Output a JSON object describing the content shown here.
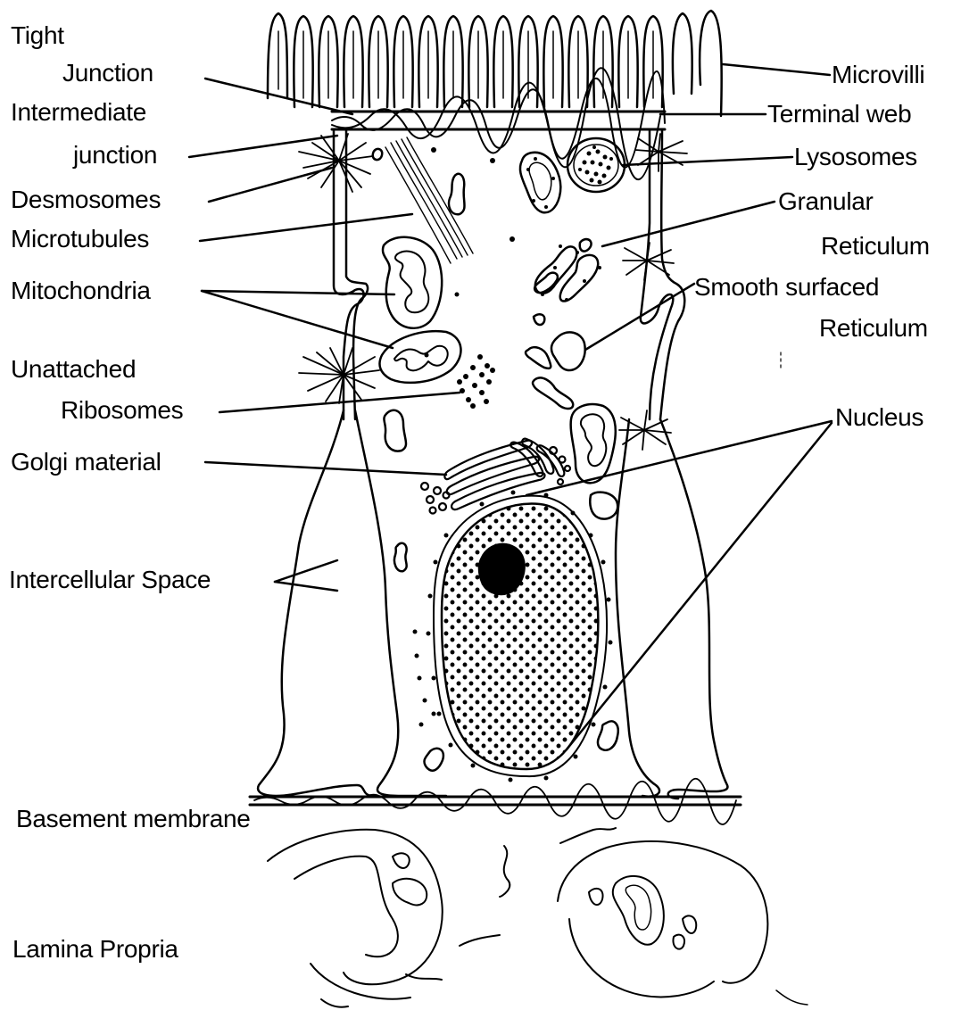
{
  "labels": {
    "tight_junction_1": "Tight",
    "tight_junction_2": "Junction",
    "intermediate_junction_1": "Intermediate",
    "intermediate_junction_2": "junction",
    "desmosomes": "Desmosomes",
    "microtubules": "Microtubules",
    "mitochondria": "Mitochondria",
    "unattached_ribosomes_1": "Unattached",
    "unattached_ribosomes_2": "Ribosomes",
    "golgi_material": "Golgi material",
    "intercellular_space": "Intercellular Space",
    "basement_membrane": "Basement membrane",
    "lamina_propria": "Lamina Propria",
    "microvilli": "Microvilli",
    "terminal_web": "Terminal web",
    "lysosomes": "Lysosomes",
    "granular_reticulum_1": "Granular",
    "granular_reticulum_2": "Reticulum",
    "smooth_reticulum_1": "Smooth surfaced",
    "smooth_reticulum_2": "Reticulum",
    "nucleus": "Nucleus"
  },
  "colors": {
    "ink": "#000000",
    "background": "#ffffff"
  }
}
